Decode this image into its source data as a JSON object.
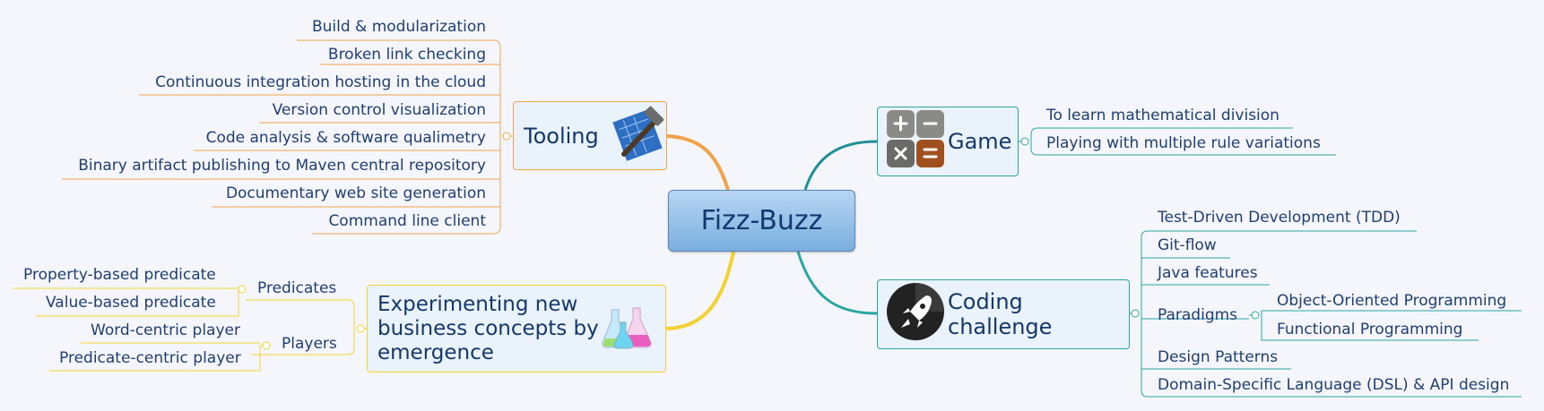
{
  "central": {
    "label": "Fizz-Buzz"
  },
  "tooling": {
    "label": "Tooling",
    "icon": "hammer-blueprint-icon",
    "color": "#f0a34a",
    "items": [
      "Build & modularization",
      "Broken link checking",
      "Continuous integration hosting in the cloud",
      "Version control visualization",
      "Code analysis & software qualimetry",
      "Binary artifact publishing to Maven central repository",
      "Documentary web site generation",
      "Command line client"
    ]
  },
  "experiment": {
    "label_lines": [
      "Experimenting new",
      "business concepts by",
      "emergence"
    ],
    "icon": "flasks-icon",
    "color": "#f2d233",
    "predicates": {
      "label": "Predicates",
      "items": [
        "Property-based predicate",
        "Value-based predicate"
      ]
    },
    "players": {
      "label": "Players",
      "items": [
        "Word-centric player",
        "Predicate-centric player"
      ]
    }
  },
  "game": {
    "label": "Game",
    "icon": "calculator-icon",
    "color": "#2aa6a2",
    "items": [
      "To learn mathematical division",
      "Playing with multiple rule variations"
    ]
  },
  "coding": {
    "label": "Coding challenge",
    "icon": "rocket-icon",
    "color": "#2aa6a2",
    "items": [
      "Test-Driven Development (TDD)",
      "Git-flow",
      "Java features",
      "Paradigms",
      "Design Patterns",
      "Domain-Specific Language (DSL) & API design"
    ],
    "paradigms": [
      "Object-Oriented Programming",
      "Functional Programming"
    ]
  }
}
